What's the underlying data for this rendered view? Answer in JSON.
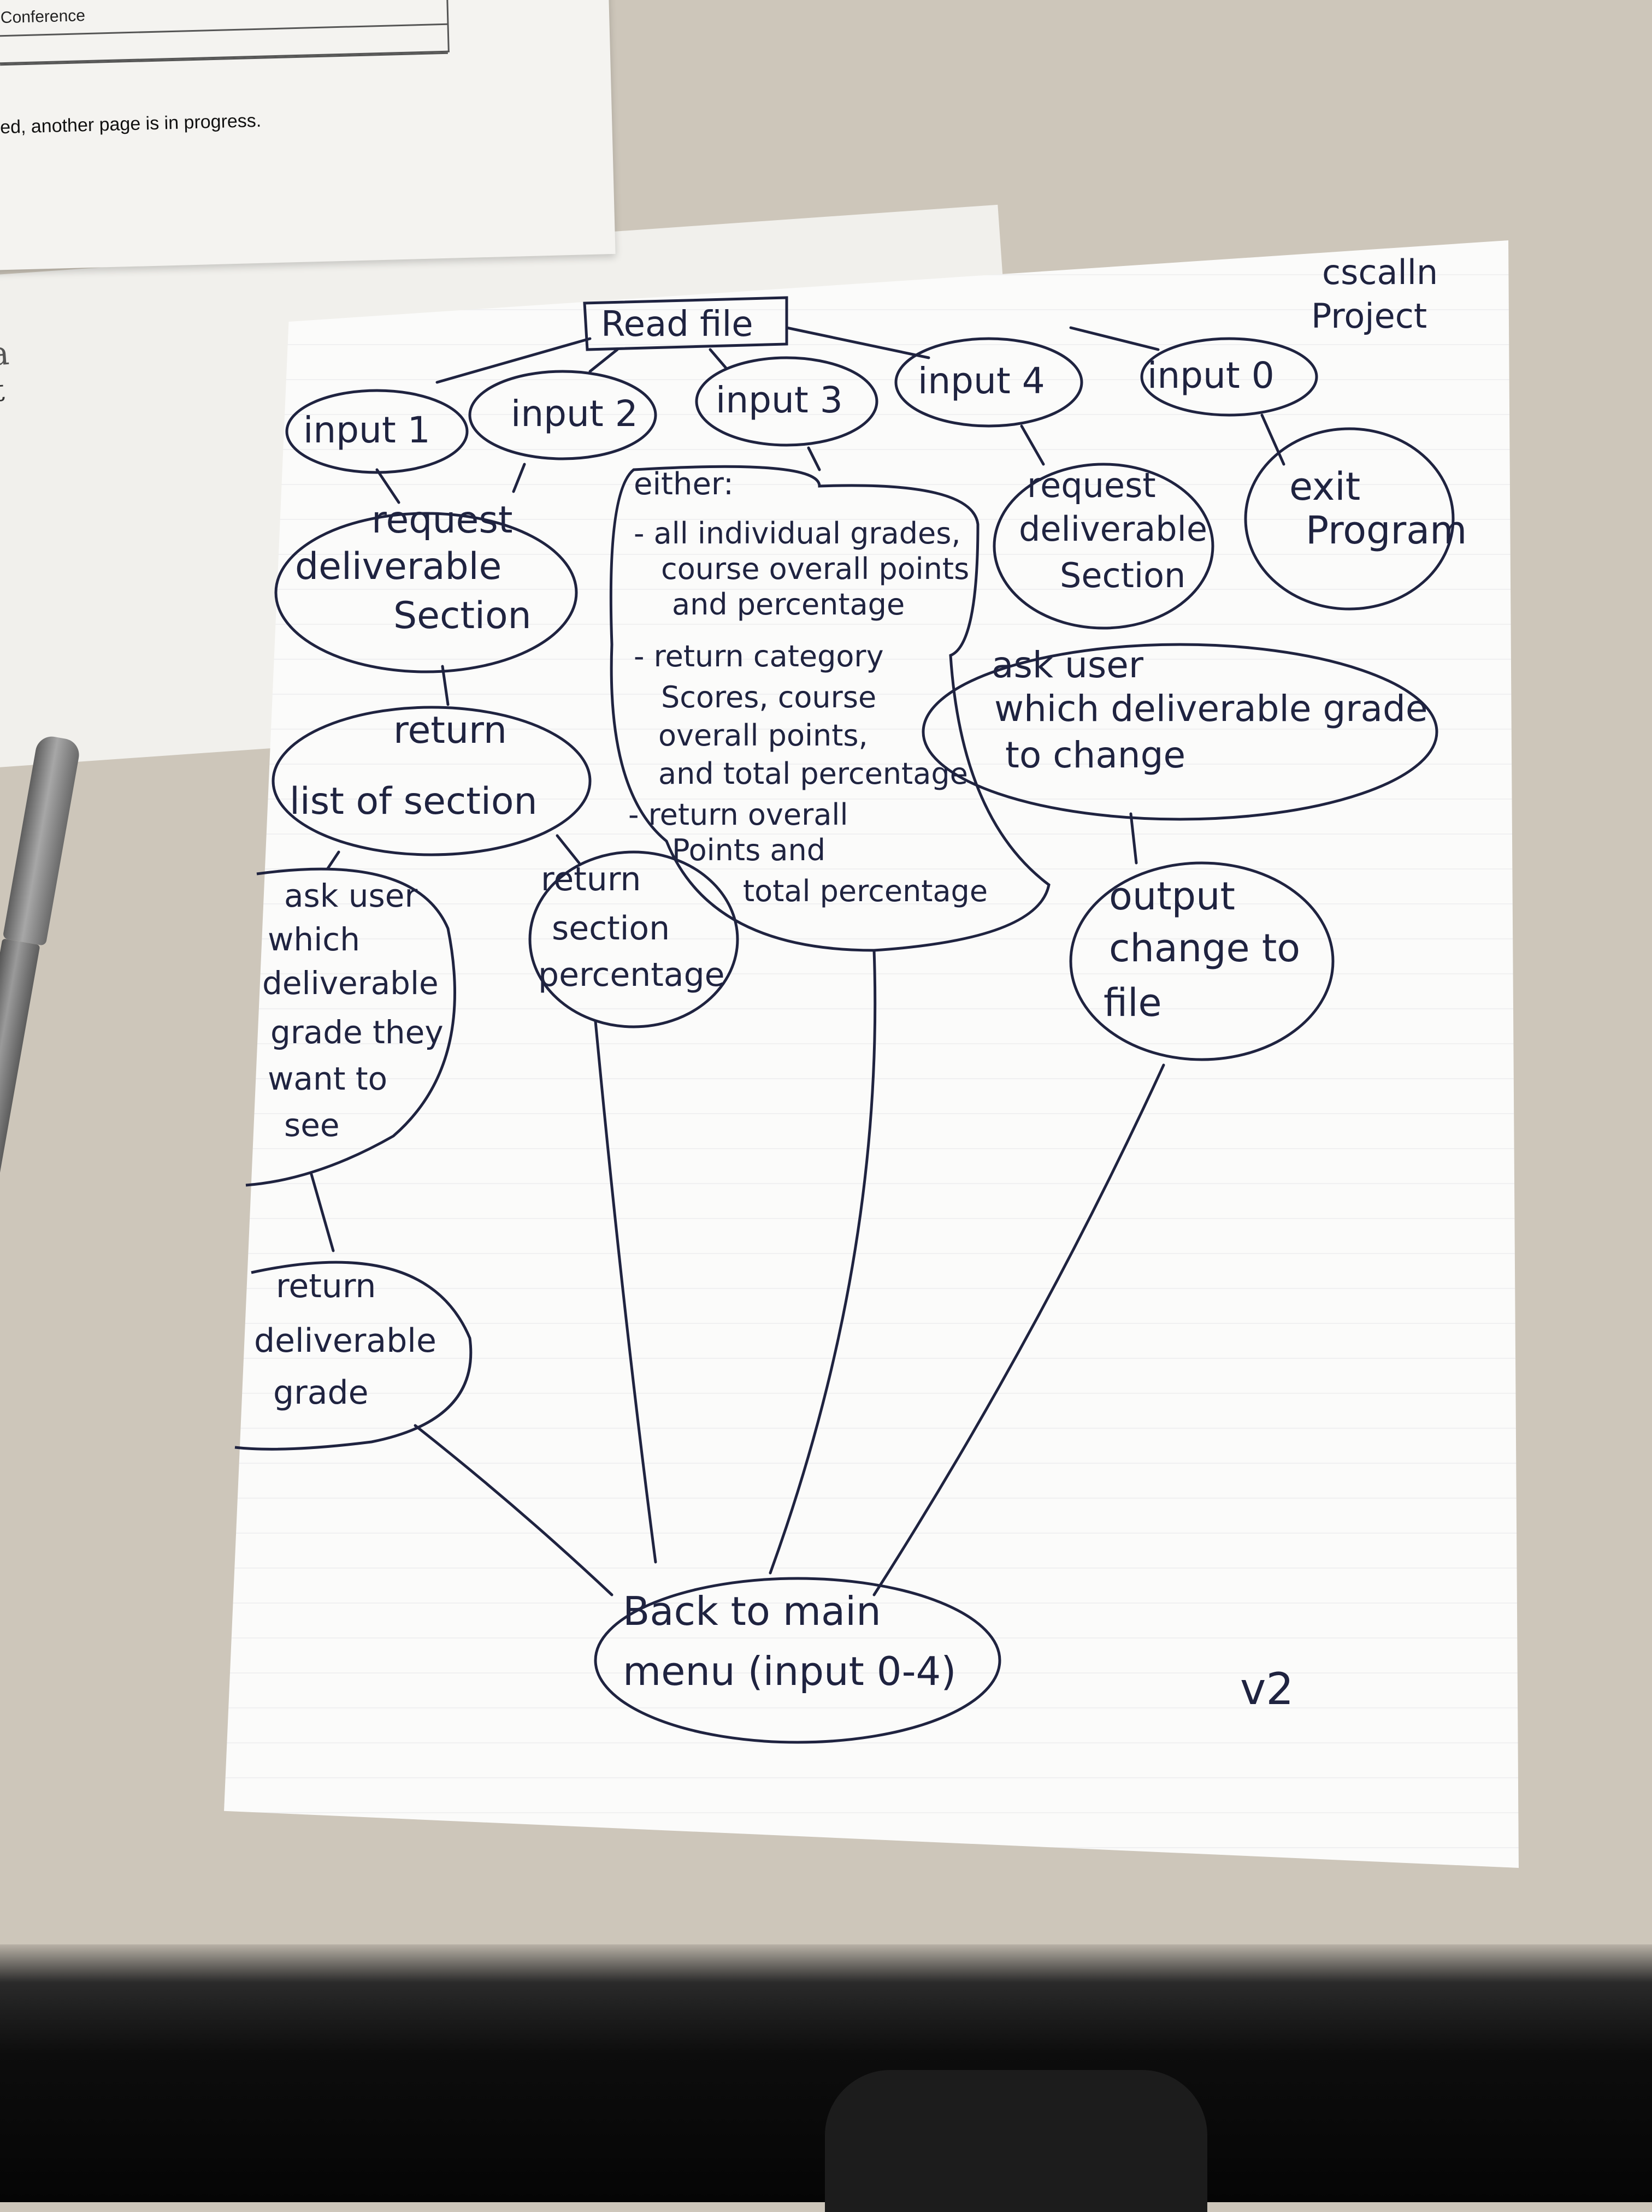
{
  "background_sheet": {
    "form_label": "Conference",
    "note": "ed, another page is in progress.",
    "letter_a": "a",
    "letter_t": "t"
  },
  "header": {
    "course": "cscalln",
    "project": "Project"
  },
  "diagram": {
    "root": "Read file",
    "inputs": [
      "input 1",
      "input 2",
      "input 3",
      "input 4",
      "input 0"
    ],
    "input1": {
      "request": [
        "request",
        "deliverable",
        "Section"
      ],
      "return_list": [
        "return",
        "list of section"
      ],
      "ask_user": [
        "ask user",
        "which",
        "deliverable",
        "grade they",
        "want to",
        "see"
      ],
      "return_section_pct": [
        "return",
        "section",
        "percentage"
      ],
      "return_grade": [
        "return",
        "deliverable",
        "grade"
      ]
    },
    "input3": {
      "either": "either:",
      "lines": [
        "- all individual grades,",
        "course overall points",
        "and percentage",
        "- return category",
        "Scores, course",
        "overall points,",
        "and total percentage",
        "- return overall",
        "Points and",
        "total percentage"
      ]
    },
    "input4": {
      "request": [
        "request",
        "deliverable",
        "Section"
      ],
      "ask_change": [
        "ask user",
        "which deliverable grade",
        "to change"
      ],
      "output": [
        "output",
        "change to",
        "file"
      ]
    },
    "input0": {
      "exit": [
        "exit",
        "Program"
      ]
    },
    "back_to_menu": [
      "Back to main",
      "menu (input 0-4)"
    ],
    "version": "v2"
  },
  "colors": {
    "ink": "#1f2340",
    "paper": "#fbfbfa",
    "desk": "#cdc6ba"
  }
}
